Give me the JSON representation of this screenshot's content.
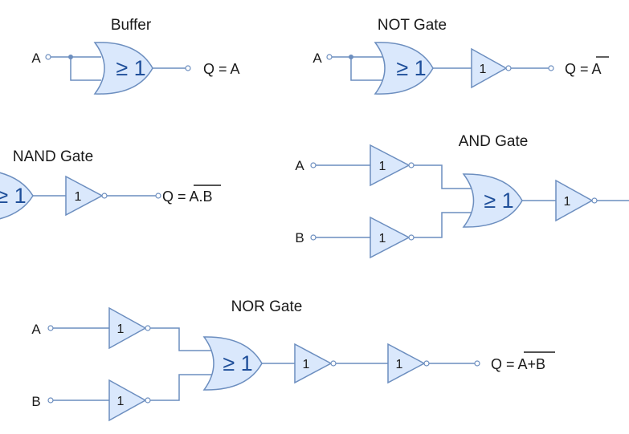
{
  "titles": {
    "buffer": "Buffer",
    "not": "NOT Gate",
    "nand": "NAND Gate",
    "and": "AND Gate",
    "nor": "NOR Gate"
  },
  "inputs": {
    "a": "A",
    "b": "B"
  },
  "gate_labels": {
    "or": "≥ 1",
    "inverter": "1"
  },
  "outputs": {
    "buffer": {
      "prefix": "Q = ",
      "overbar": "",
      "plain": "A"
    },
    "not": {
      "prefix": "Q = ",
      "overbar": "A"
    },
    "nand": {
      "prefix": "Q = ",
      "overbar": "A.B"
    },
    "nor": {
      "prefix": "Q = ",
      "overbar": "A+B"
    }
  },
  "colors": {
    "gate_fill": "#dae8fc",
    "gate_stroke": "#6c8ebf",
    "or_label": "#1f4f9a"
  }
}
